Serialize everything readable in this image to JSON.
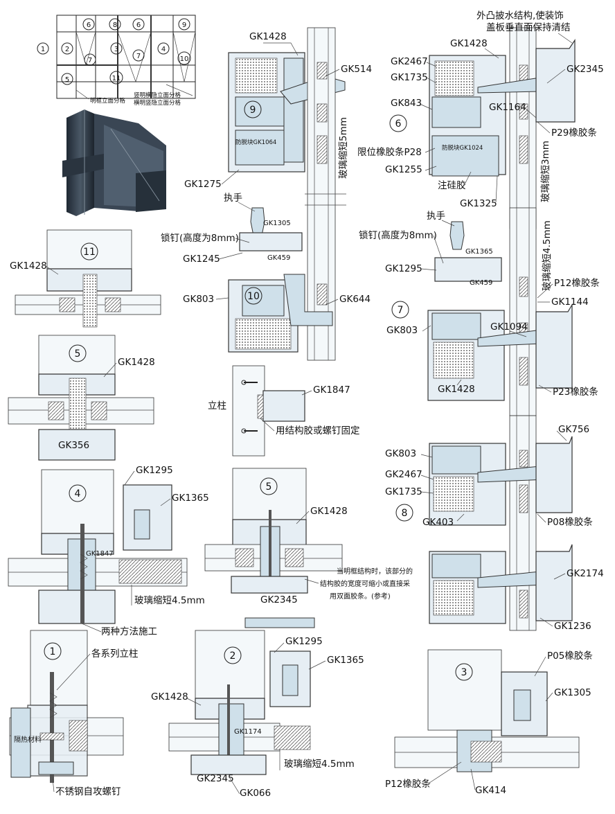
{
  "grid_legend": {
    "numbers": [
      "1",
      "2",
      "3",
      "4",
      "5",
      "6",
      "7",
      "8",
      "9",
      "10",
      "11"
    ],
    "caption_mingkuang": "明框立面分格",
    "caption_shuming": "竖明横隐立面分格",
    "caption_hengming": "横明竖隐立面分格"
  },
  "details": {
    "d1": {
      "num": "1"
    },
    "d2": {
      "num": "2"
    },
    "d3": {
      "num": "3"
    },
    "d4": {
      "num": "4"
    },
    "d5a": {
      "num": "5"
    },
    "d5b": {
      "num": "5"
    },
    "d6": {
      "num": "6"
    },
    "d7": {
      "num": "7"
    },
    "d8": {
      "num": "8"
    },
    "d9": {
      "num": "9"
    },
    "d10": {
      "num": "10"
    },
    "d11": {
      "num": "11"
    }
  },
  "labels": {
    "gk1428_9": "GK1428",
    "gk514": "GK514",
    "glass_short_5": "玻璃缩短5mm",
    "anti_block_1064": "防脱块GK1064",
    "gk1275": "GK1275",
    "handle_10": "执手",
    "gk1305_10": "GK1305",
    "lock_nail_10": "锁钉(高度为8mm)",
    "gk459_10": "GK459",
    "gk1245": "GK1245",
    "gk803_10": "GK803",
    "gk644": "GK644",
    "drip_note_1": "外凸披水结构,使装饰",
    "drip_note_2": "盖板垂直面保持清结",
    "gk1428_6": "GK1428",
    "gk2467_6": "GK2467",
    "gk2345_6": "GK2345",
    "gk1735_6": "GK1735",
    "gk843": "GK843",
    "gk1164": "GK1164",
    "p29": "P29橡胶条",
    "limit_p28": "限位橡胶条P28",
    "anti_block_1024": "防脱块GK1024",
    "glass_short_3": "玻璃缩短3mm",
    "gk1255": "GK1255",
    "silicone": "注硅胶",
    "gk1325": "GK1325",
    "handle_7": "执手",
    "lock_nail_7": "锁钉(高度为8mm)",
    "gk1365_7": "GK1365",
    "glass_short_45_7": "玻璃缩短4.5mm",
    "gk1295_7": "GK1295",
    "gk459_7": "GK459",
    "p12_7": "P12橡胶条",
    "gk1144": "GK1144",
    "gk803_7": "GK803",
    "gk1094": "GK1094",
    "gk1428_7": "GK1428",
    "p23": "P23橡胶条",
    "gk1428_11": "GK1428",
    "gk1428_5a": "GK1428",
    "gk356": "GK356",
    "column": "立柱",
    "gk1847": "GK1847",
    "fix_note": "用结构胶或螺钉固定",
    "gk756": "GK756",
    "gk803_8": "GK803",
    "gk2467_8": "GK2467",
    "gk1735_8": "GK1735",
    "gk403": "GK403",
    "p08": "P08橡胶条",
    "gk2174": "GK2174",
    "gk1236": "GK1236",
    "gk1295_4": "GK1295",
    "gk1365_4": "GK1365",
    "gk1847_4": "GK1847",
    "glass_short_45_4": "玻璃缩短4.5mm",
    "two_methods": "两种方法施工",
    "gk1428_5b": "GK1428",
    "gk2345_5b": "GK2345",
    "note_1": "当明框结构时，该部分的",
    "note_2": "结构胶的宽度可缩小或直接采",
    "note_3": "用双面胶条。(参考)",
    "all_columns": "各系列立柱",
    "insulation": "隔热材料",
    "ss_screw": "不锈钢自攻螺钉",
    "gk1295_2": "GK1295",
    "gk1365_2": "GK1365",
    "gk1428_2": "GK1428",
    "gk1174": "GK1174",
    "glass_short_45_2": "玻璃缩短4.5mm",
    "gk2345_2": "GK2345",
    "gk066": "GK066",
    "p05": "P05橡胶条",
    "gk1305_3": "GK1305",
    "p12_3": "P12橡胶条",
    "gk414": "GK414"
  },
  "colors": {
    "profile": "#e6eef4",
    "profile_dark": "#cfe0ea",
    "photo_metal": "#2f3b47"
  },
  "icons": {
    "photo": "curtain-wall-profile-photo"
  }
}
